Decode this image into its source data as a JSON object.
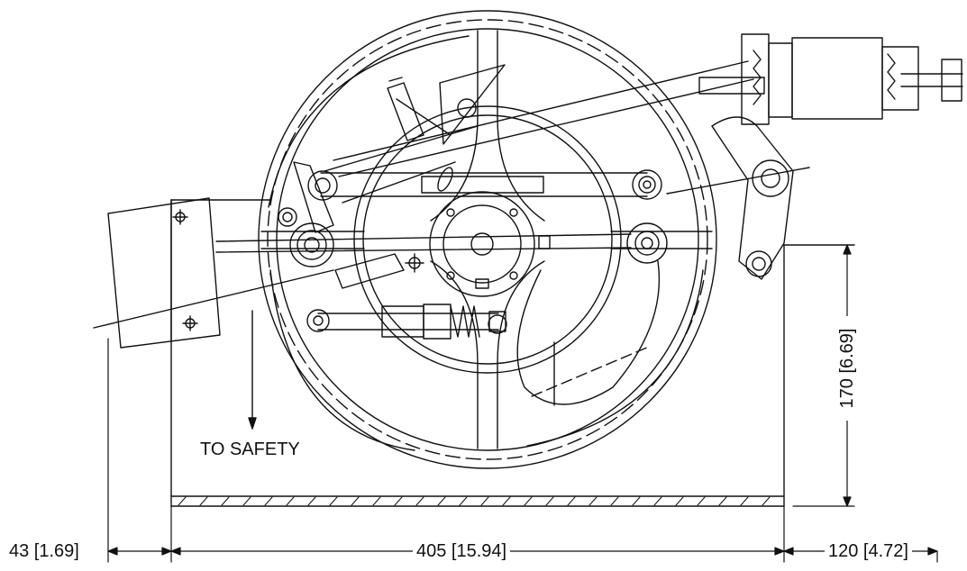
{
  "annotation": {
    "to_safety": "TO SAFETY"
  },
  "dimensions": {
    "left": "43 [1.69]",
    "center": "405 [15.94]",
    "right": "120 [4.72]",
    "height": "170 [6.69]"
  },
  "colors": {
    "ink": "#111111",
    "background": "#ffffff"
  }
}
